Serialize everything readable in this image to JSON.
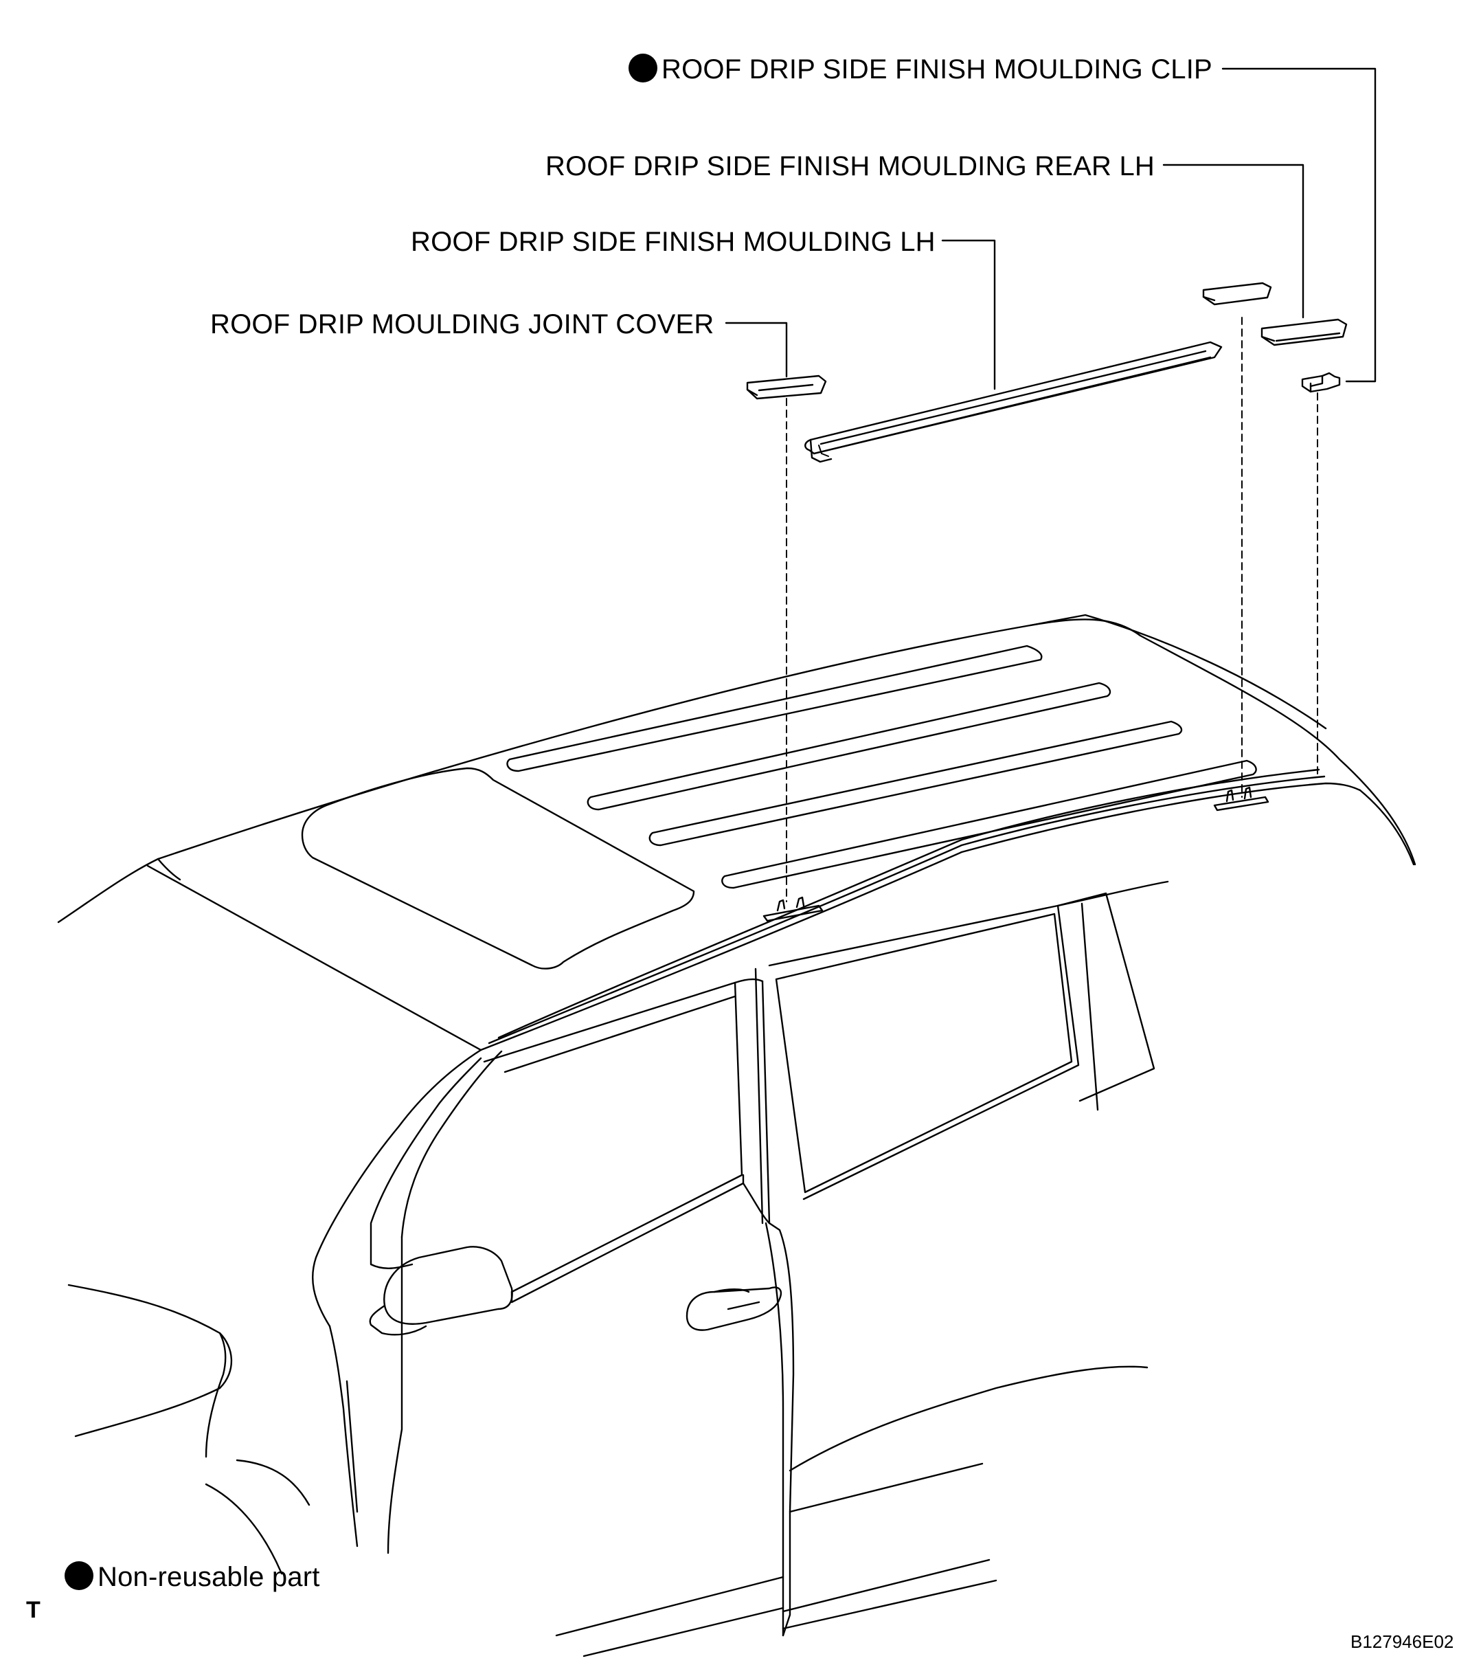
{
  "callouts": {
    "clip": "ROOF DRIP SIDE FINISH MOULDING CLIP",
    "rear_lh": "ROOF DRIP SIDE FINISH MOULDING REAR LH",
    "moulding_lh": "ROOF DRIP SIDE FINISH MOULDING LH",
    "joint_cover": "ROOF DRIP MOULDING JOINT COVER"
  },
  "legend": {
    "non_reusable": "Non-reusable part",
    "marker_icon": "filled-circle-icon"
  },
  "corner_letter": "T",
  "figure_code": "B127946E02"
}
